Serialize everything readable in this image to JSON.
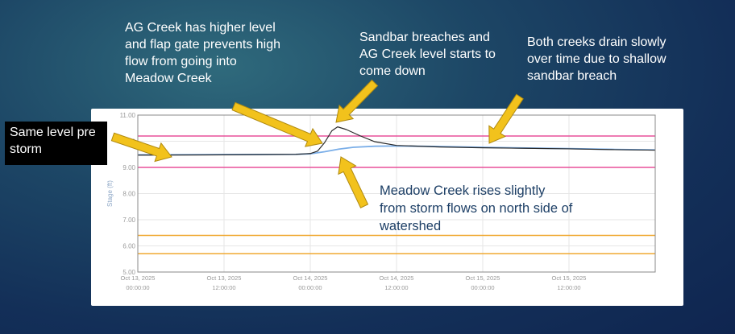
{
  "annotations": {
    "same_level": "Same level pre storm",
    "ag_higher": "AG Creek has higher level and flap gate prevents high flow from going into Meadow Creek",
    "sandbar": "Sandbar breaches and AG Creek level starts to come down",
    "both_drain": "Both creeks drain slowly over time due to shallow sandbar breach",
    "meadow_rises": "Meadow Creek rises slightly from storm flows on north side of watershed"
  },
  "chart_data": {
    "type": "line",
    "title": "",
    "xlabel": "",
    "ylabel": "Stage (ft)",
    "ylim": [
      5,
      11
    ],
    "xlim_hours": [
      0,
      72
    ],
    "yticks": [
      "5.00",
      "6.00",
      "7.00",
      "8.00",
      "9.00",
      "10.00",
      "11.00"
    ],
    "xticks": [
      {
        "hour": 0,
        "date": "Oct 13, 2025",
        "time": "00:00:00"
      },
      {
        "hour": 12,
        "date": "Oct 13, 2025",
        "time": "12:00:00"
      },
      {
        "hour": 24,
        "date": "Oct 14, 2025",
        "time": "00:00:00"
      },
      {
        "hour": 36,
        "date": "Oct 14, 2025",
        "time": "12:00:00"
      },
      {
        "hour": 48,
        "date": "Oct 15, 2025",
        "time": "00:00:00"
      },
      {
        "hour": 60,
        "date": "Oct 15, 2025",
        "time": "12:00:00"
      }
    ],
    "grid": true,
    "thresholds": [
      {
        "value": 10.2,
        "color": "#e8509a"
      },
      {
        "value": 9.0,
        "color": "#e8509a"
      },
      {
        "value": 6.4,
        "color": "#f0a830"
      },
      {
        "value": 5.7,
        "color": "#f0a830"
      }
    ],
    "series": [
      {
        "name": "Meadow Creek",
        "color": "#7aaee8",
        "x": [
          0,
          12,
          22,
          24,
          26,
          28,
          30,
          33,
          36,
          42,
          48,
          54,
          60,
          66,
          72
        ],
        "y": [
          9.48,
          9.49,
          9.5,
          9.52,
          9.6,
          9.7,
          9.77,
          9.81,
          9.82,
          9.8,
          9.77,
          9.74,
          9.72,
          9.69,
          9.67
        ]
      },
      {
        "name": "AG Creek",
        "color": "#2a2a2a",
        "x": [
          0,
          12,
          22,
          24,
          25,
          26,
          27,
          27.8,
          29,
          31,
          33,
          36,
          42,
          48,
          54,
          60,
          66,
          72
        ],
        "y": [
          9.47,
          9.48,
          9.5,
          9.53,
          9.62,
          9.95,
          10.4,
          10.55,
          10.45,
          10.2,
          9.98,
          9.84,
          9.78,
          9.75,
          9.73,
          9.71,
          9.68,
          9.66
        ]
      }
    ]
  }
}
